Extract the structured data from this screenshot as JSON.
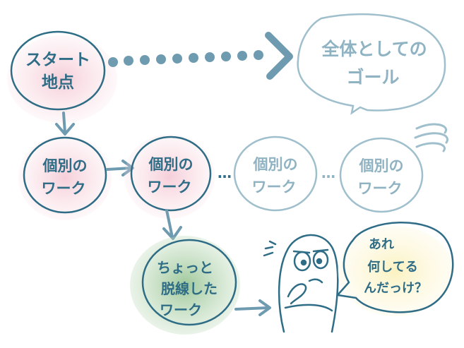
{
  "nodes": {
    "start": {
      "line1": "スタート",
      "line2": "地点"
    },
    "goal": {
      "line1": "全体としての",
      "line2": "ゴール"
    },
    "work1": {
      "line1": "個別の",
      "line2": "ワーク"
    },
    "work2": {
      "line1": "個別の",
      "line2": "ワーク"
    },
    "work3": {
      "line1": "個別の",
      "line2": "ワーク"
    },
    "work4": {
      "line1": "個別の",
      "line2": "ワーク"
    },
    "derailed": {
      "line1": "ちょっと",
      "line2": "脱線した",
      "line3": "ワーク"
    }
  },
  "ellipses": {
    "between_2_3": "…",
    "between_3_4": "…"
  },
  "speech": {
    "line1": "あれ",
    "line2": "何してる",
    "line3": "んだっけ？"
  },
  "colors": {
    "pink": "#f4c6d2",
    "green": "#a9cfa5",
    "yellow": "#fbf3c4",
    "ink": "#2f6d86",
    "faded_ink": "#8fb3c2",
    "arrow": "#6f9bb0"
  }
}
